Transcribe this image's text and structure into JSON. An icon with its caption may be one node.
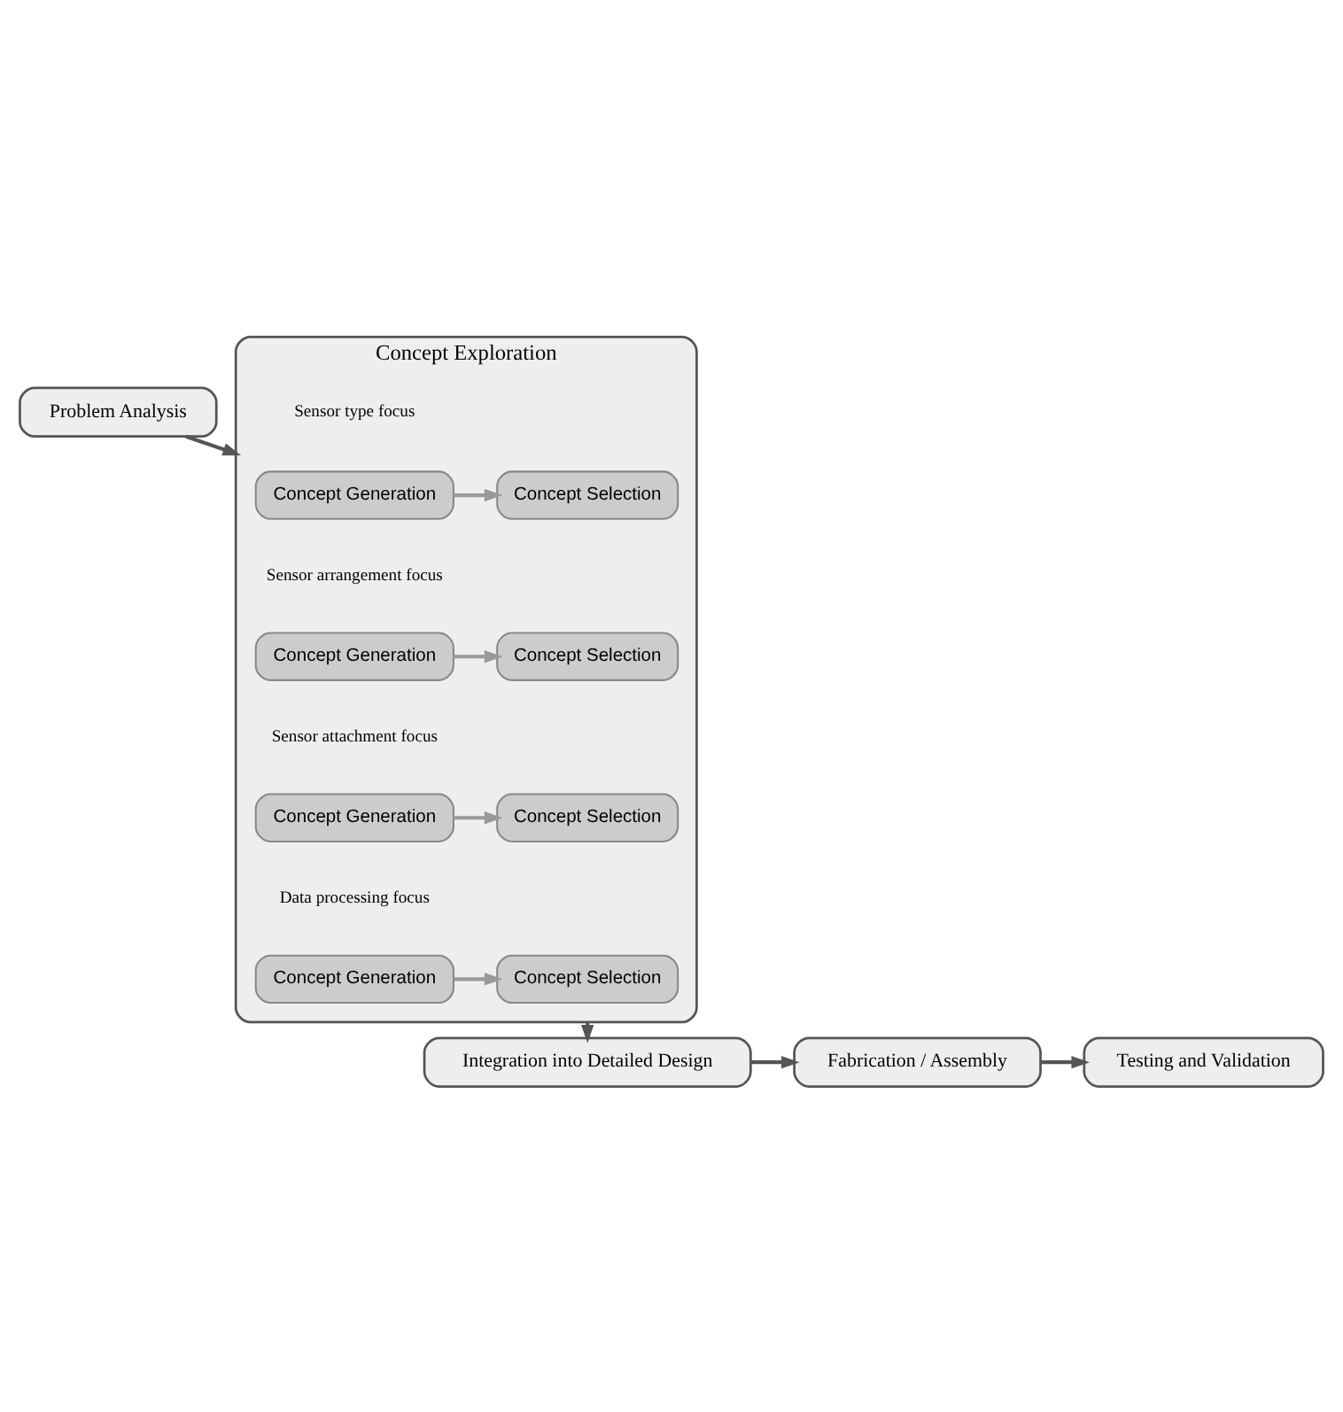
{
  "diagram": {
    "nodes": [
      {
        "text": [
          "Problem Analysis"
        ]
      },
      {
        "text": [
          "Concept Exploration"
        ]
      },
      {
        "text": [
          "Concept Generation"
        ],
        "in": 1
      },
      {
        "text": [
          "Concept Selection"
        ],
        "in": 1
      },
      {
        "text": [
          "Concept Generation"
        ],
        "in": 1
      },
      {
        "text": [
          "Concept Selection"
        ],
        "in": 1
      },
      {
        "text": [
          "Concept Generation"
        ],
        "in": 1
      },
      {
        "text": [
          "Concept Selection"
        ],
        "in": 1
      },
      {
        "text": [
          "Concept Generation"
        ],
        "in": 1
      },
      {
        "text": [
          "Concept Selection"
        ],
        "in": 1
      },
      {
        "text": [
          "Integration into Detailed Design"
        ]
      },
      {
        "text": [
          "Fabrication / Assembly"
        ]
      },
      {
        "text": [
          "Testing and Validation"
        ]
      }
    ],
    "edges": [
      {
        "from": 0,
        "to": 1,
        "arrow": "to"
      },
      {
        "from": 2,
        "to": 3,
        "arrow": "to",
        "color": "#999999"
      },
      {
        "from": 4,
        "to": 5,
        "arrow": "to",
        "color": "#999999"
      },
      {
        "from": 6,
        "to": 7,
        "arrow": "to",
        "color": "#999999"
      },
      {
        "from": 8,
        "to": 9,
        "arrow": "to",
        "color": "#999999"
      },
      {
        "from": 1,
        "to": 10,
        "arrow": "to"
      },
      {
        "from": 10,
        "to": 11,
        "arrow": "to"
      },
      {
        "from": 11,
        "to": 12,
        "arrow": "to"
      }
    ],
    "labels": [
      "Sensor type focus",
      "Sensor arrangement focus",
      "Sensor attachment focus",
      "Data processing focus"
    ]
  }
}
